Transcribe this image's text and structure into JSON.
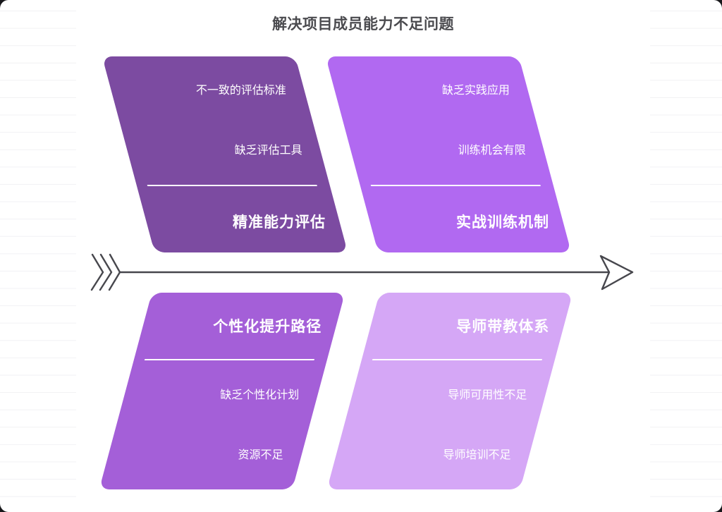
{
  "title": {
    "text": "解决项目成员能力不足问题",
    "color": "#4b4b4f"
  },
  "arrow": {
    "color": "#47474d"
  },
  "quadrants": [
    {
      "position": "top-left",
      "category": "精准能力评估",
      "causes": [
        "不一致的评估标准",
        "缺乏评估工具"
      ],
      "color": "#7c4ba1"
    },
    {
      "position": "top-right",
      "category": "实战训练机制",
      "causes": [
        "缺乏实践应用",
        "训练机会有限"
      ],
      "color": "#b169f1"
    },
    {
      "position": "bottom-left",
      "category": "个性化提升路径",
      "causes": [
        "缺乏个性化计划",
        "资源不足"
      ],
      "color": "#a45fd8"
    },
    {
      "position": "bottom-right",
      "category": "导师带教体系",
      "causes": [
        "导师可用性不足",
        "导师培训不足"
      ],
      "color": "#d5a7f6"
    }
  ]
}
